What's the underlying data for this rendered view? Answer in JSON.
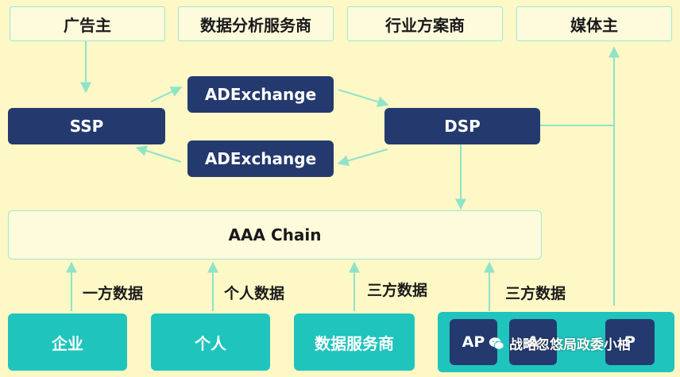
{
  "top_row": {
    "advertiser": "广告主",
    "data_analytics": "数据分析服务商",
    "agency": "行业方案商",
    "media_owner": "媒体主"
  },
  "middle": {
    "ssp": "SSP",
    "dsp": "DSP",
    "adx_upper": "ADExchange",
    "adx_lower": "ADExchange"
  },
  "chain": "AAA Chain",
  "data_labels": {
    "first_party": "一方数据",
    "personal": "个人数据",
    "third_party_a": "三方数据",
    "third_party_b": "三方数据"
  },
  "bottom_row": {
    "enterprise": "企业",
    "individual": "个人",
    "data_service": "数据服务商",
    "app_1": "AP",
    "app_2": "A",
    "app_3": "P"
  },
  "watermark": "战略忽悠局政委小柏",
  "colors": {
    "background": "#fdf8c6",
    "navy": "#243a6e",
    "teal": "#1fc4bd",
    "connector": "#8fe3c8"
  }
}
